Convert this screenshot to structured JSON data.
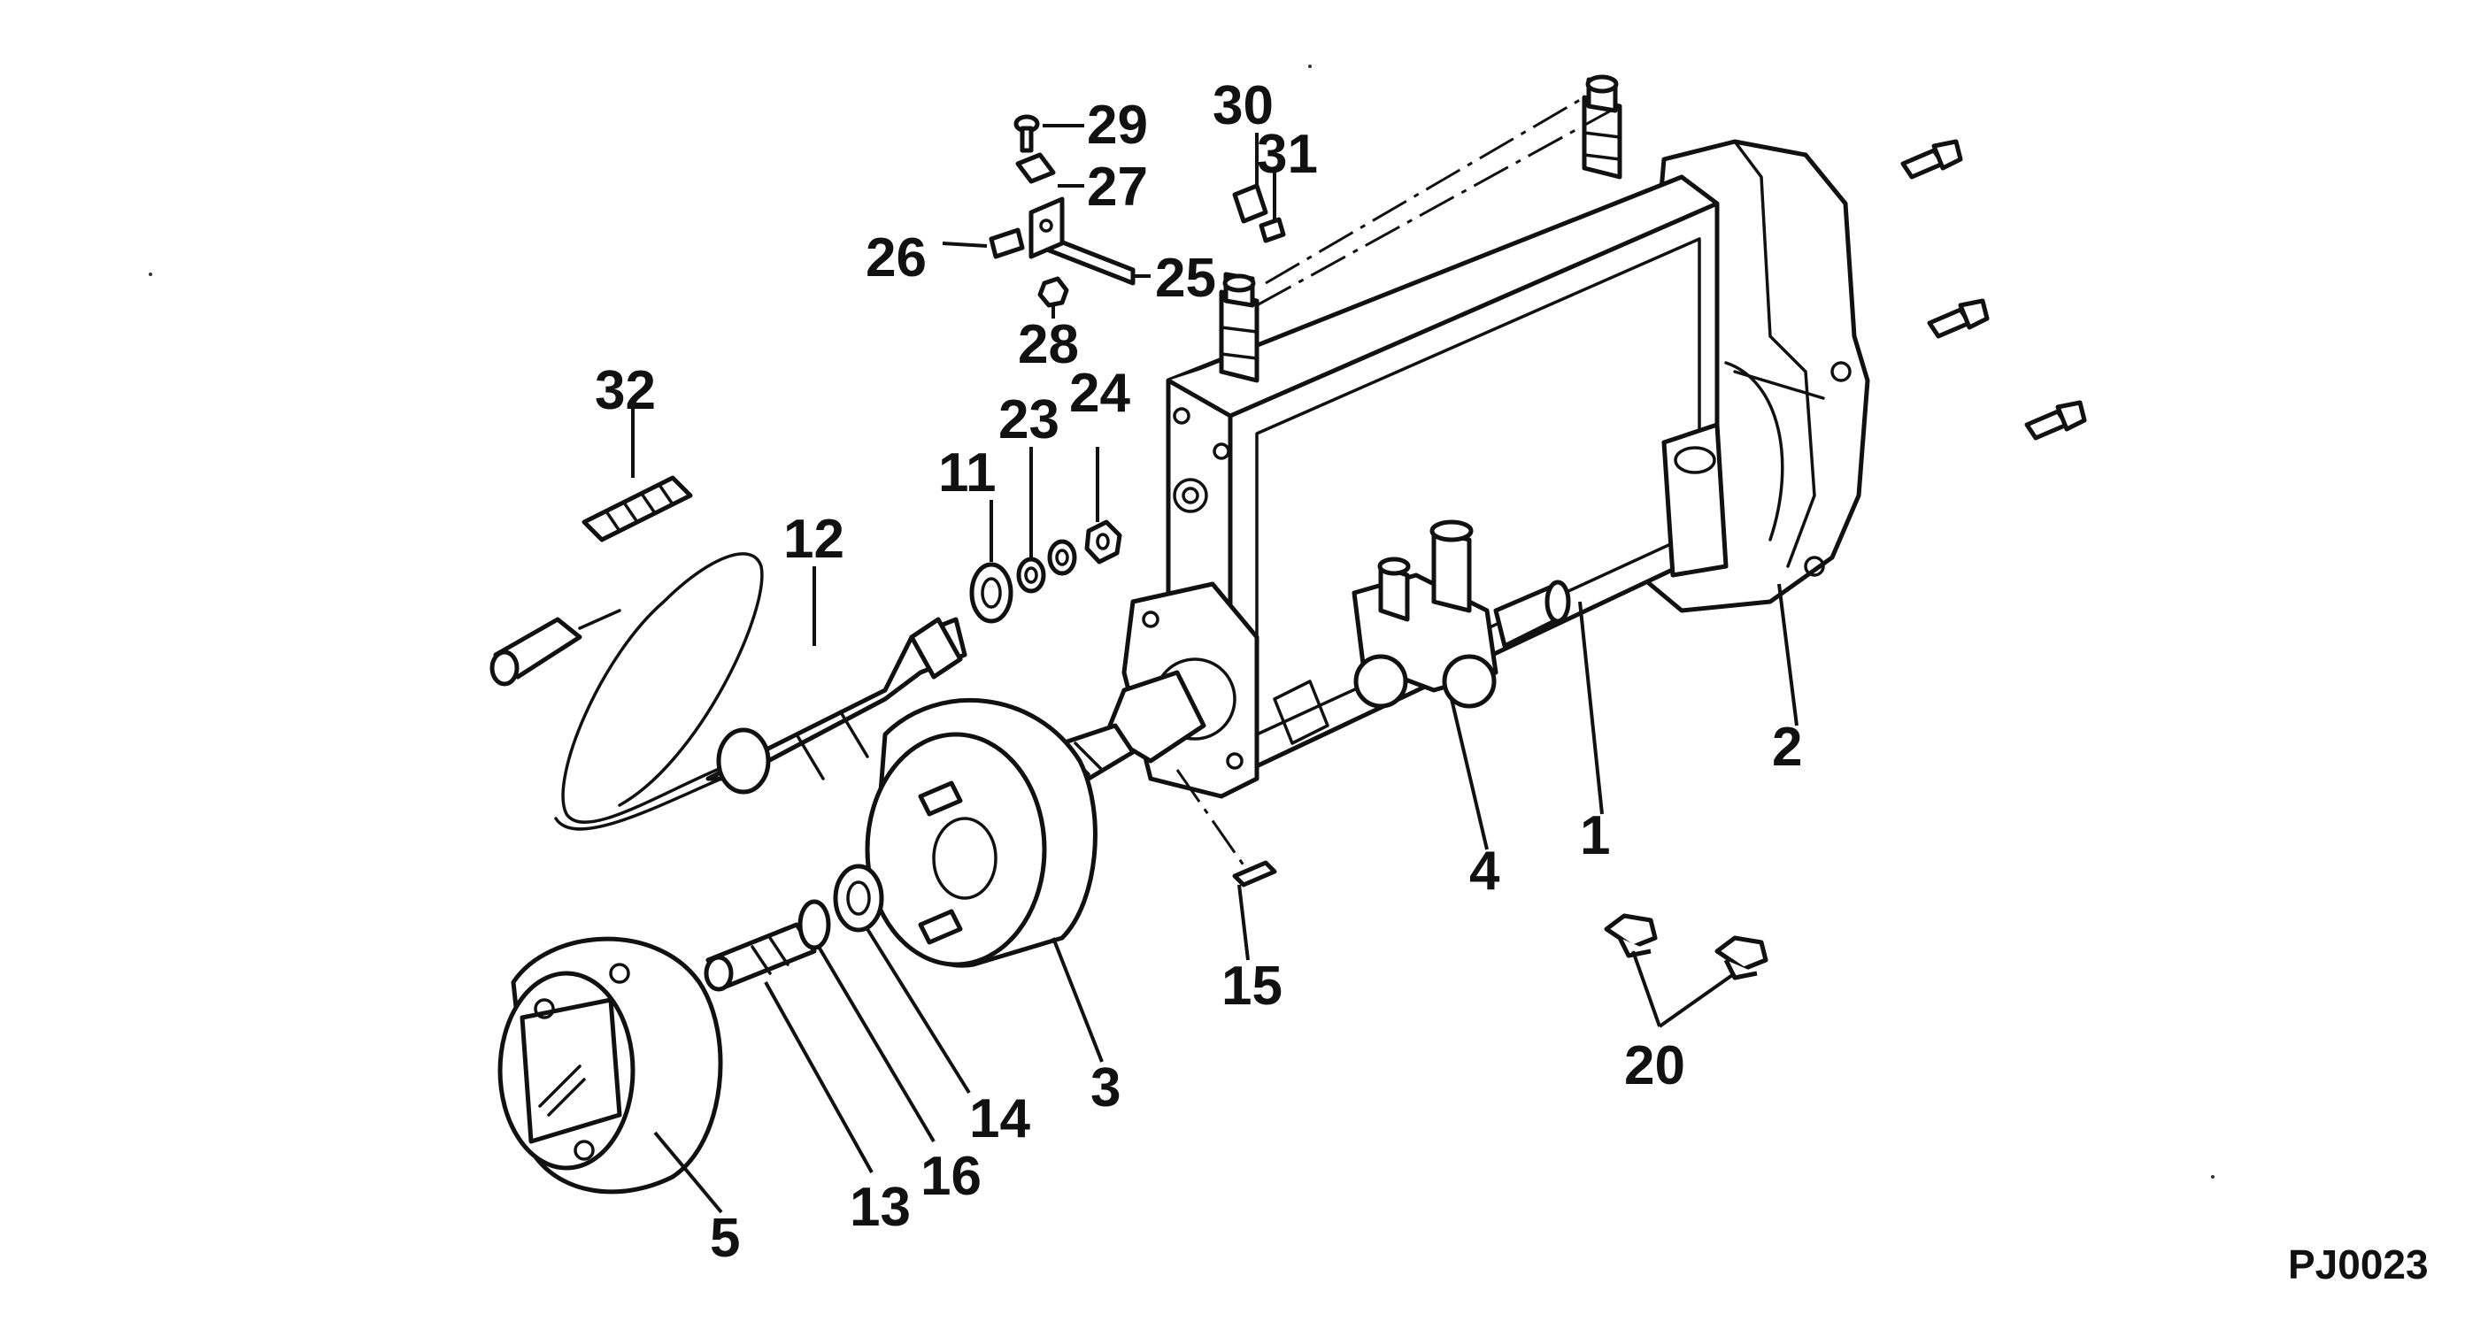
{
  "figure_code": "PJ0023",
  "callouts": [
    "1",
    "2",
    "3",
    "4",
    "5",
    "11",
    "12",
    "13",
    "14",
    "15",
    "16",
    "20",
    "23",
    "24",
    "25",
    "26",
    "27",
    "28",
    "29",
    "30",
    "31",
    "32"
  ]
}
